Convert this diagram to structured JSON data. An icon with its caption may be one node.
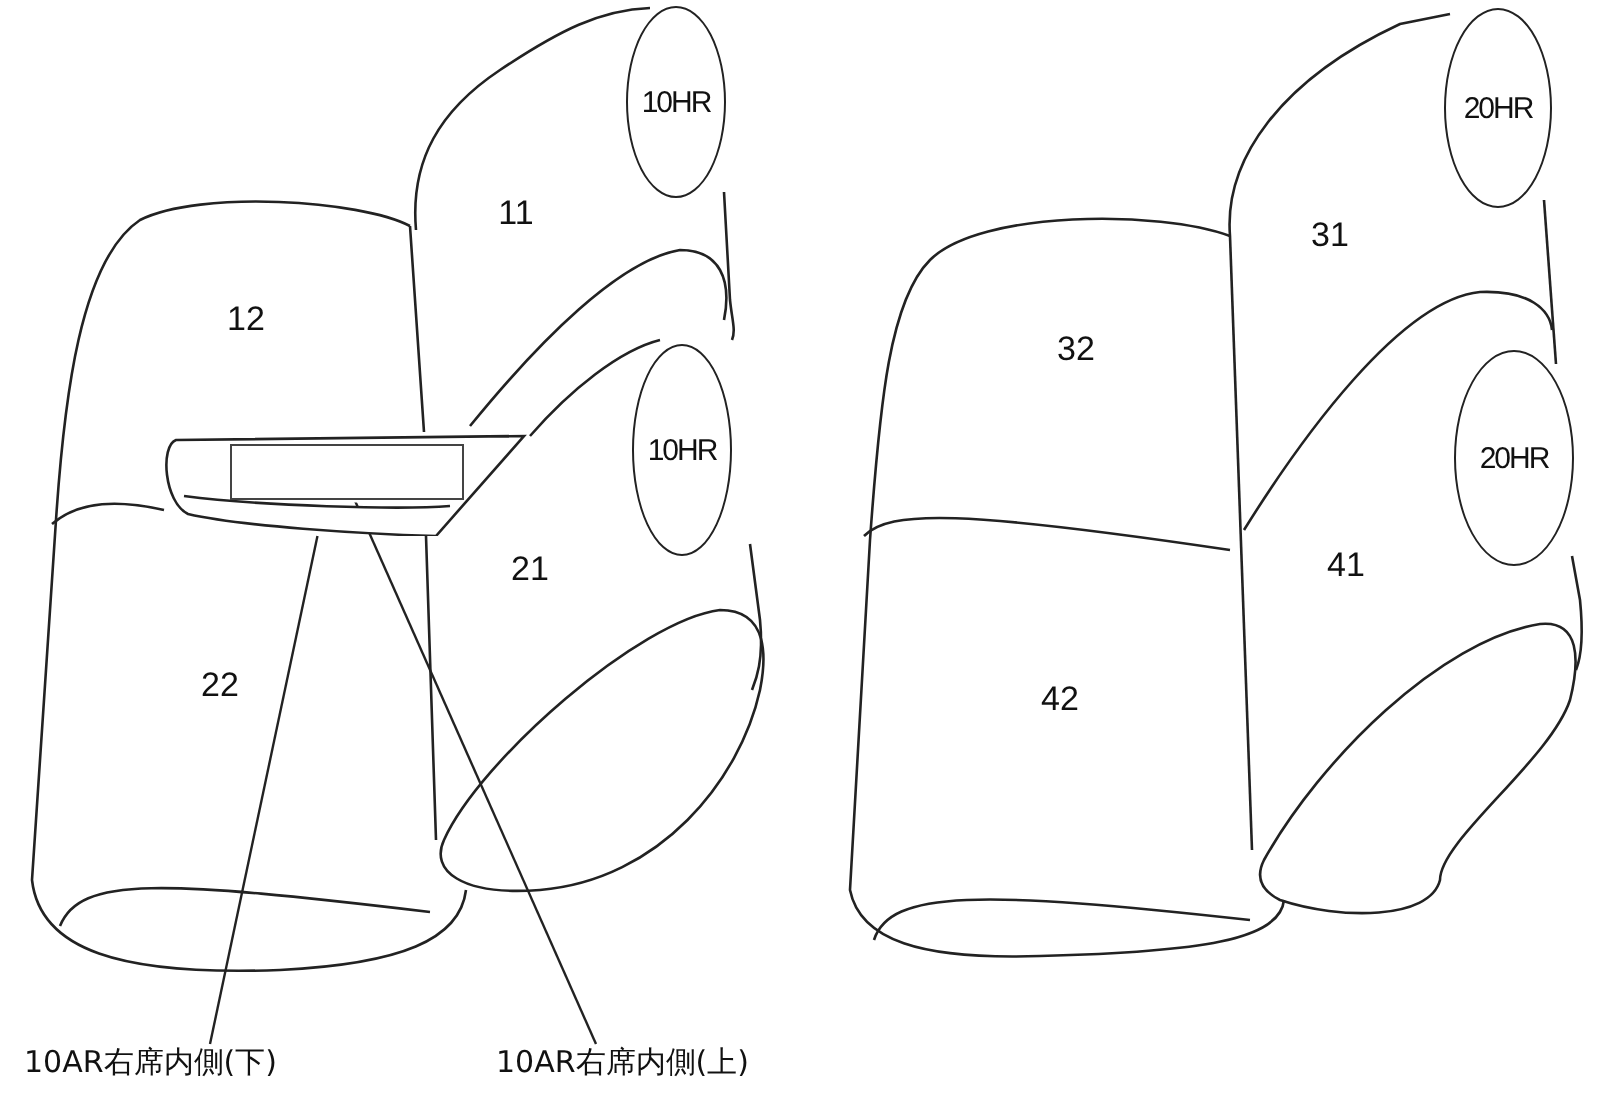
{
  "diagram": {
    "nodes": [
      {
        "text": [
          "10HR"
        ]
      },
      {
        "text": [
          "10HR"
        ]
      },
      {
        "text": [
          "20HR"
        ]
      },
      {
        "text": [
          "20HR"
        ]
      },
      {
        "text": [],
        "shape": "box"
      },
      {
        "text": [],
        "shape": "box",
        "in": 4
      },
      {
        "text": [
          "10AR右席内側(下)"
        ]
      },
      {
        "text": [
          "10AR右席内側(上)"
        ]
      }
    ],
    "edges": [
      {
        "from": 6,
        "to": 4,
        "arrow": "none"
      },
      {
        "from": 7,
        "to": 5,
        "arrow": "none"
      }
    ],
    "labels": [
      "11",
      "12",
      "21",
      "22",
      "31",
      "32",
      "41",
      "42"
    ]
  }
}
